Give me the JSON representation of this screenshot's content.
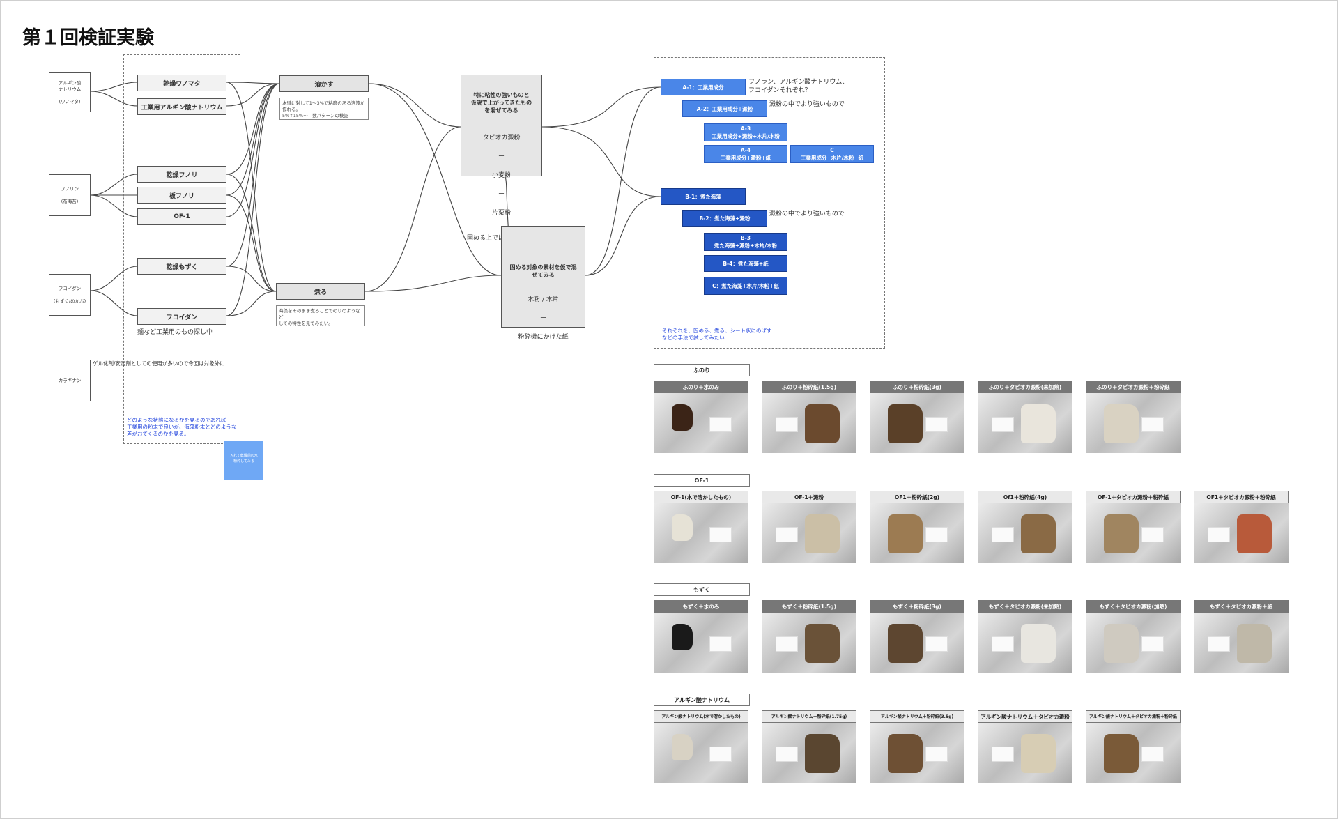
{
  "page": {
    "title": "第１回検証実験"
  },
  "sources": [
    {
      "label": "アルギン酸\nナトリウム\n\n(ワノマタ)"
    },
    {
      "label": "フノリン\n\n(布海苔)"
    },
    {
      "label": "フコイダン\n\n(もずく/めかぶ)"
    },
    {
      "label": "カラギナン"
    }
  ],
  "materials": [
    {
      "label": "乾燥ワノマタ"
    },
    {
      "label": "工業用アルギン酸ナトリウム"
    },
    {
      "label": "乾燥フノリ"
    },
    {
      "label": "板フノリ"
    },
    {
      "label": "OF-1"
    },
    {
      "label": "乾燥もずく"
    },
    {
      "label": "フコイダン"
    }
  ],
  "fucoidan_note": "麺など工業用のもの探し中",
  "carrageenan_note": "ゲル化剤/安定剤としての使用が多いので今回は対象外に",
  "blue_notes": {
    "left": "どのような状態になるかを見るのであれば\n工業用の粉末で良いが、海藻粉末とどのような\n差がおてくるのかを見る。",
    "right": "それぞれを、固める、煮る、シート状にのばす\nなどの手法で試してみたい"
  },
  "sticky_text": "入れて乾燥前の水\n粉砕してみる",
  "processes": [
    {
      "label": "溶かす",
      "note": "水道に対して1〜3%で粘度のある溶液が作れる。\n5%↑15%〜　数パターンの検証"
    },
    {
      "label": "煮る",
      "note": "海藻をそのまま煮ることでのりのようなど\nしての特性を見てみたい。"
    }
  ],
  "bind_box": {
    "title": "特に粘性の強いものと\n仮説で上がってきたもの\nを混ぜてみる",
    "items": [
      "タピオカ澱粉",
      "ー",
      "小麦粉",
      "ー",
      "片栗粉"
    ],
    "footer": "固める上では澱粉が重要"
  },
  "mix_box": {
    "title": "固める対象の素材を仮で混\nぜてみる",
    "items": [
      "木粉 / 木片",
      "ー",
      "粉砕機にかけた紙"
    ]
  },
  "results": {
    "a": [
      "A-1：工業用成分",
      "A-2：工業用成分+澱粉",
      "A-3\n工業用成分+澱粉+木片/木粉",
      "A-4\n工業用成分+澱粉+紙",
      "C\n工業用成分+木片/木粉+紙"
    ],
    "b": [
      "B-1：煮た海藻",
      "B-2：煮た海藻+澱粉",
      "B-3\n煮た海藻+澱粉+木片/木粉",
      "B-4：煮た海藻+紙",
      "C：煮た海藻+木片/木粉+紙"
    ],
    "a_note": "フノラン、アルギン酸ナトリウム、\nフコイダンそれぞれ？",
    "starch_note1": "澱粉の中でより強いもので",
    "starch_note2": "澱粉の中でより強いもので"
  },
  "gallery": [
    {
      "section": "ふのり",
      "cards": [
        "ふのり＋水のみ",
        "ふのり＋粉砕紙(1.5g)",
        "ふのり＋粉砕紙(3g)",
        "ふのり＋タピオカ澱粉(未加熱)",
        "ふのり＋タピオカ澱粉＋粉砕紙"
      ]
    },
    {
      "section": "OF-1",
      "cards": [
        "OF-1(水で溶かしたもの)",
        "OF-1＋澱粉",
        "OF1＋粉砕紙(2g)",
        "Of1＋粉砕紙(4g)",
        "OF-1＋タピオカ澱粉＋粉砕紙",
        "OF1＋タピオカ澱粉＋粉砕紙"
      ]
    },
    {
      "section": "もずく",
      "cards": [
        "もずく＋水のみ",
        "もずく＋粉砕紙(1.5g)",
        "もずく＋粉砕紙(3g)",
        "もずく＋タピオカ澱粉(未加熱)",
        "もずく＋タピオカ澱粉(加熱)",
        "もずく＋タピオカ澱粉＋紙"
      ]
    },
    {
      "section": "アルギン酸ナトリウム",
      "cards": [
        "アルギン酸ナトリウム(水で溶かしたもの)",
        "アルギン酸ナトリウム＋粉砕紙(1.75g)",
        "アルギン酸ナトリウム＋粉砕紙(3.5g)",
        "アルギン酸ナトリウム＋タピオカ澱粉",
        "アルギン酸ナトリウム＋タピオカ澱粉＋粉砕紙"
      ]
    }
  ],
  "colors": {
    "light_blue": "#4a86e8",
    "dark_blue": "#2457c5",
    "note_blue": "#2244dd",
    "grey_box": "#e4e4e4"
  }
}
